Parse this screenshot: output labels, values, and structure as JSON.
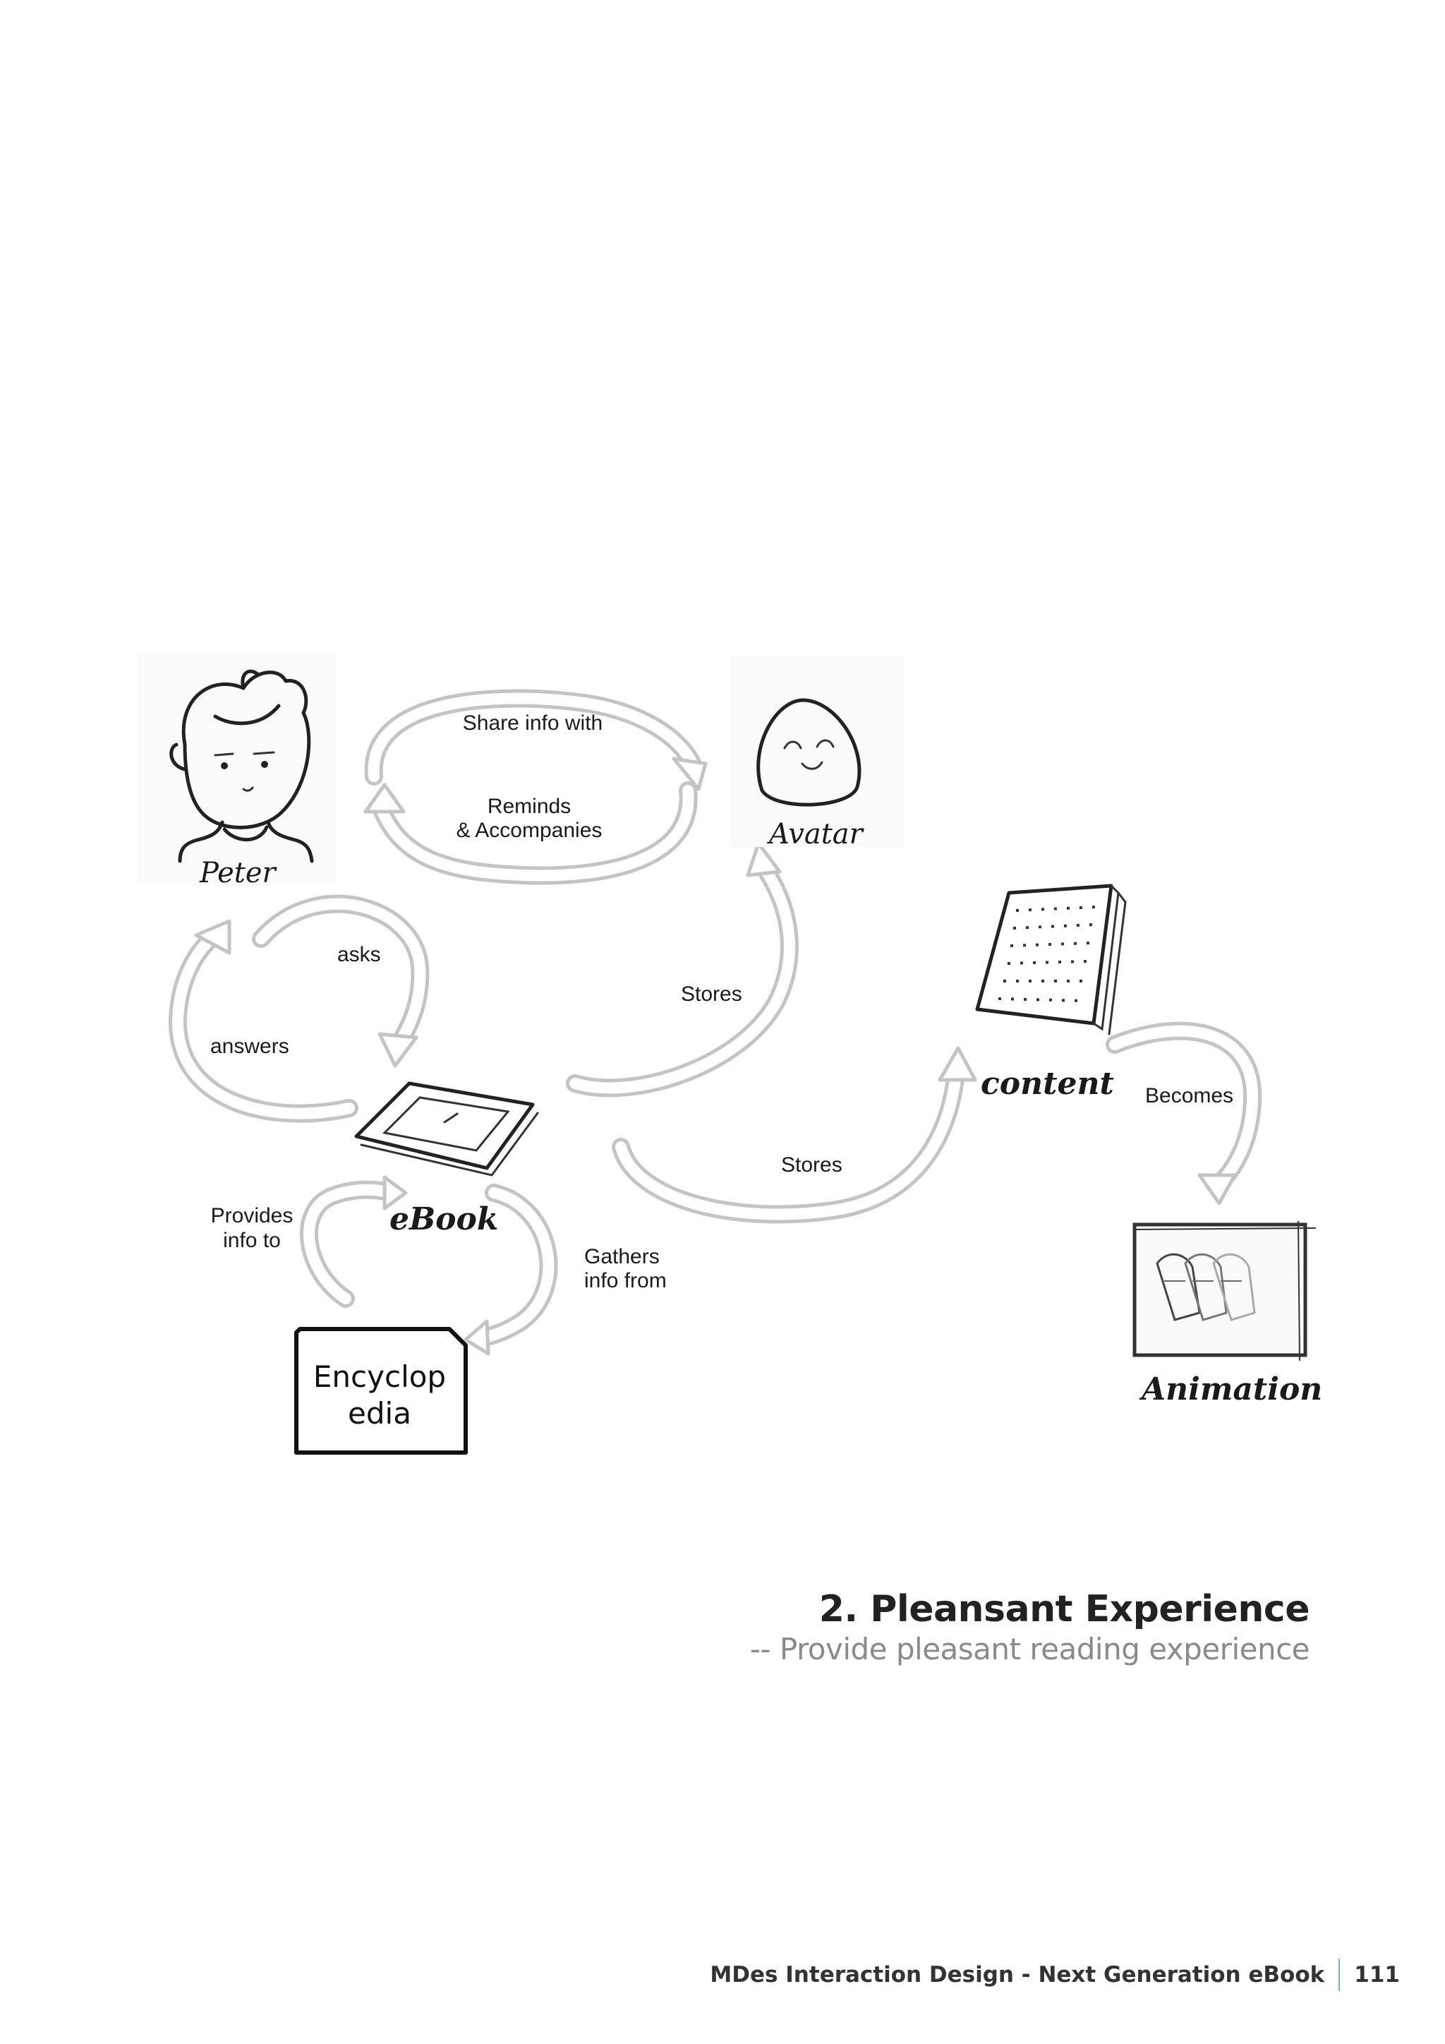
{
  "diagram": {
    "nodes": {
      "peter": "Peter",
      "avatar": "Avatar",
      "ebook": "eBook",
      "content": "content",
      "animation": "Animation",
      "encyclopedia_line1": "Encyclop",
      "encyclopedia_line2": "edia"
    },
    "edges": {
      "share_info_with": "Share info with",
      "reminds_line1": "Reminds",
      "reminds_line2": "& Accompanies",
      "asks": "asks",
      "answers": "answers",
      "stores_avatar": "Stores",
      "stores_content": "Stores",
      "becomes": "Becomes",
      "provides_line1": "Provides",
      "provides_line2": "info to",
      "gathers_line1": "Gathers",
      "gathers_line2": "info from"
    }
  },
  "section": {
    "title": "2. Pleansant Experience",
    "subtitle": "-- Provide pleasant reading experience"
  },
  "footer": {
    "publication": "MDes Interaction Design - Next Generation eBook",
    "page_number": "111"
  }
}
